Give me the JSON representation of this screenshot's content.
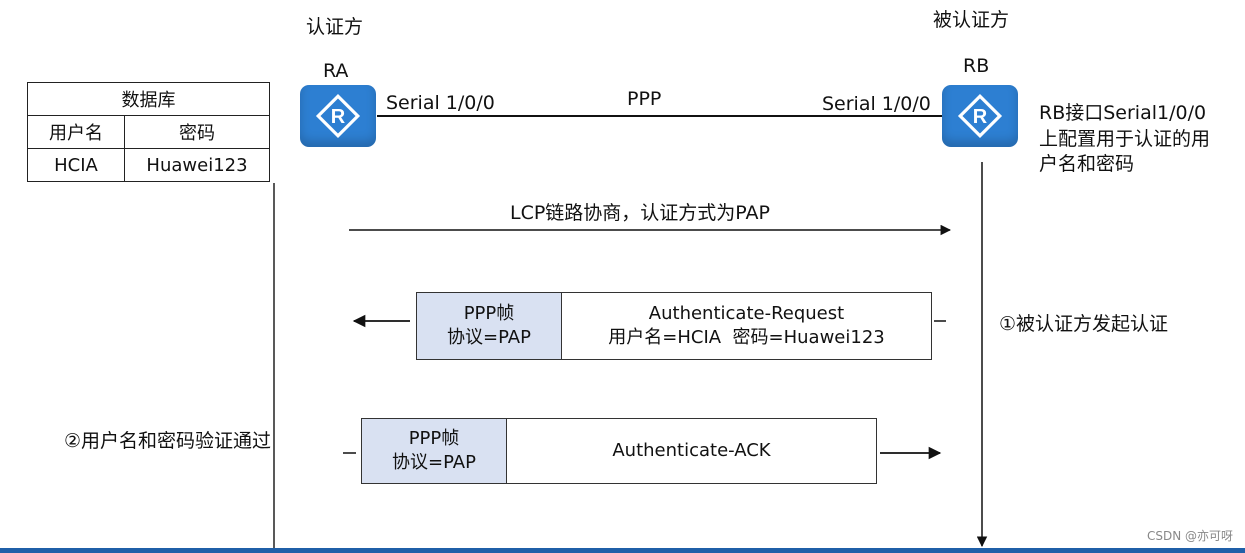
{
  "left_party": {
    "role": "认证方",
    "name": "RA"
  },
  "right_party": {
    "role": "被认证方",
    "name": "RB"
  },
  "link": {
    "left_port": "Serial 1/0/0",
    "protocol": "PPP",
    "right_port": "Serial 1/0/0"
  },
  "router_icon": "router-icon",
  "rb_note": [
    "RB接口Serial1/0/0",
    "上配置用于认证的用",
    "户名和密码"
  ],
  "database": {
    "title": "数据库",
    "headers": [
      "用户名",
      "密码"
    ],
    "row": [
      "HCIA",
      "Huawei123"
    ]
  },
  "lcp": {
    "text": "LCP链路协商，认证方式为PAP"
  },
  "request": {
    "frame_line1": "PPP帧",
    "frame_line2": "协议=PAP",
    "title": "Authenticate-Request",
    "detail": "用户名=HCIA  密码=Huawei123",
    "step": "①被认证方发起认证"
  },
  "ack": {
    "frame_line1": "PPP帧",
    "frame_line2": "协议=PAP",
    "title": "Authenticate-ACK",
    "step": "②用户名和密码验证通过"
  },
  "watermark": "CSDN @亦可呀",
  "colors": {
    "router": "#2d7fd2",
    "frame_header": "#d9e1f2",
    "bottom_bar": "#1f5fa8"
  }
}
